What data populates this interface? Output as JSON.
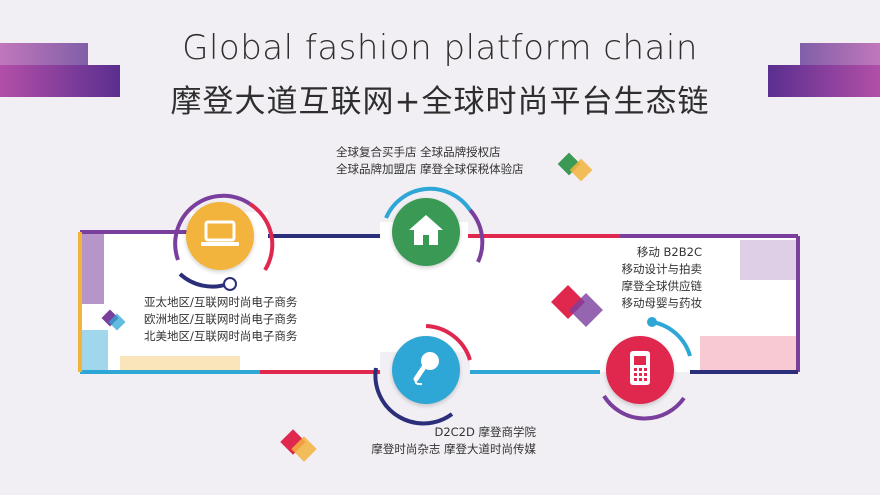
{
  "title": {
    "en": "Global fashion platform chain",
    "cn": "摩登大道互联网+全球时尚平台生态链"
  },
  "nodes": [
    {
      "id": "laptop",
      "icon": "laptop-icon",
      "color": "#f2b43d",
      "lines": [
        "亚太地区/互联网时尚电子商务",
        "欧洲地区/互联网时尚电子商务",
        "北美地区/互联网时尚电子商务"
      ]
    },
    {
      "id": "home",
      "icon": "home-icon",
      "color": "#3a9a55",
      "lines": [
        "全球复合买手店  全球品牌授权店",
        "全球品牌加盟店  摩登全球保税体验店"
      ]
    },
    {
      "id": "mic",
      "icon": "microphone-icon",
      "color": "#2ea6d6",
      "lines": [
        "D2C2D  摩登商学院",
        "摩登时尚杂志  摩登大道时尚传媒"
      ]
    },
    {
      "id": "phone",
      "icon": "mobile-phone-icon",
      "color": "#e0284f",
      "lines": [
        "移动 B2B2C",
        "移动设计与拍卖",
        "摩登全球供应链",
        "移动母婴与药妆"
      ]
    }
  ],
  "colors": {
    "purple": "#7a3e9d",
    "navy": "#2b2f7a",
    "pink": "#e0284f",
    "teal": "#2ea6d6",
    "yellow": "#f2b43d",
    "green": "#3a9a55"
  }
}
